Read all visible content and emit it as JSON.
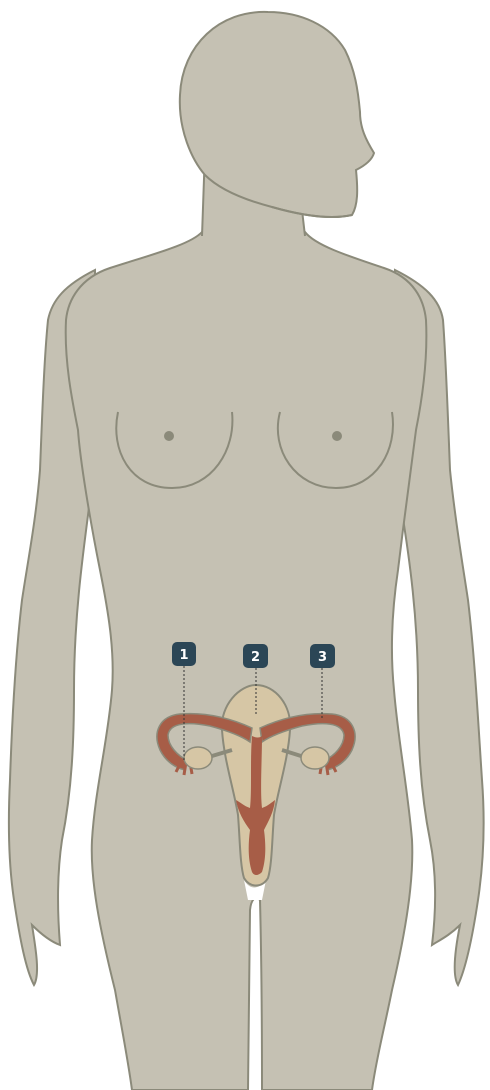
{
  "callouts": [
    {
      "id": "1",
      "label": "1"
    },
    {
      "id": "2",
      "label": "2"
    },
    {
      "id": "3",
      "label": "3"
    }
  ],
  "colors": {
    "body_fill": "#c5c1b3",
    "body_outline": "#8b8a7a",
    "uterus_fill": "#d6c6a5",
    "tube_fill": "#a75d47",
    "badge_fill": "#2b4656",
    "nipple": "#8b8a7a"
  }
}
